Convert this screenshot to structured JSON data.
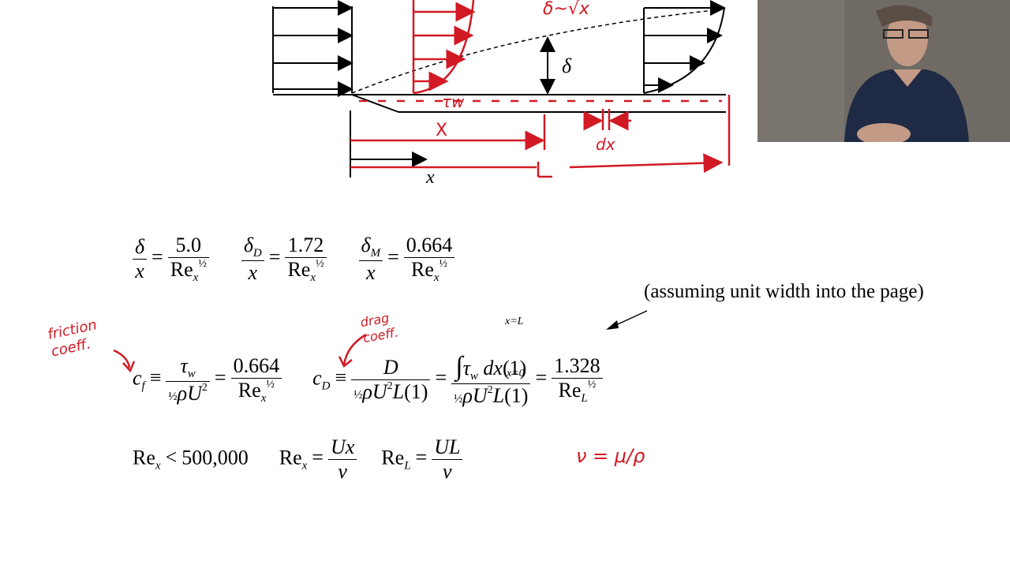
{
  "diagram": {
    "delta_symbol": "δ",
    "x_axis_label": "x",
    "handwritten_top": "δ~√x",
    "handwritten_tau": "τw",
    "handwritten_X": "X",
    "handwritten_dx": "dx",
    "handwritten_L": "L"
  },
  "equations": {
    "thickness": {
      "delta_over_x": "5.0",
      "deltaD_over_x": "1.72",
      "deltaM_over_x": "0.664"
    },
    "friction": {
      "cf_value": "0.664",
      "cD_value": "1.328",
      "integral_upper": "x=L",
      "integral_lower": "x=0"
    },
    "reynolds": {
      "re_limit": "500,000"
    }
  },
  "notes": {
    "unit_width": "(assuming unit width into the page)",
    "friction_coeff": "friction coeff.",
    "drag_coeff": "drag coeff.",
    "nu_def": "ν = μ/ρ"
  },
  "colors": {
    "ink_black": "#000000",
    "ink_red": "#d11a24",
    "video_bg": "#6f6a64"
  }
}
